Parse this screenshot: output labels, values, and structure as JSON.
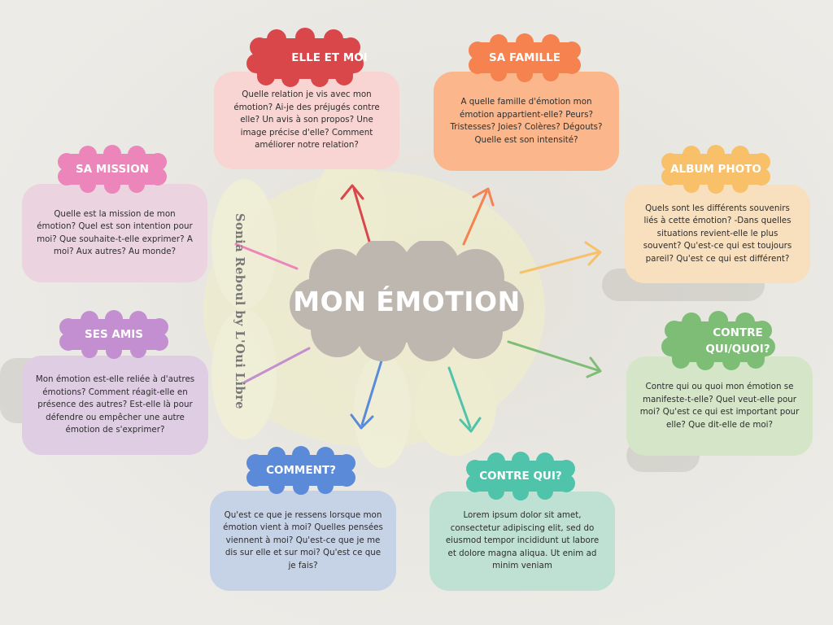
{
  "center": {
    "label": "MON ÉMOTION"
  },
  "credit": "Sonia Reboul by L'Oui Libre",
  "nodes": [
    {
      "id": "elle-et-moi",
      "title": "ELLE ET MOI",
      "color": "#d9474b",
      "text": "Quelle relation je vis avec mon émotion? Ai-je des préjugés contre elle? Un avis à son propos? Une image précise d'elle? Comment améliorer notre relation?"
    },
    {
      "id": "sa-famille",
      "title": "SA FAMILLE",
      "color": "#f5824f",
      "text": "A quelle famille d'émotion mon émotion appartient-elle? Peurs? Tristesses? Joies? Colères? Dégouts? Quelle est son intensité?"
    },
    {
      "id": "album-photo",
      "title": "ALBUM PHOTO",
      "color": "#f8c169",
      "text": "Quels sont les différents souvenirs liés à cette émotion? -Dans quelles situations revient-elle le plus souvent? Qu'est-ce qui est toujours pareil? Qu'est ce qui est différent?"
    },
    {
      "id": "contre-qui-quoi",
      "title": "CONTRE QUI/QUOI?",
      "color": "#7dbd76",
      "text": "Contre qui ou quoi mon émotion se manifeste-t-elle? Quel veut-elle pour moi? Qu'est ce qui est important pour elle? Que dit-elle de moi?"
    },
    {
      "id": "contre-qui",
      "title": "CONTRE QUI?",
      "color": "#4fc4aa",
      "text": "Lorem ipsum dolor sit amet, consectetur adipiscing elit, sed do eiusmod tempor incididunt ut labore et dolore magna aliqua. Ut enim ad minim veniam"
    },
    {
      "id": "comment",
      "title": "COMMENT?",
      "color": "#5b8ad8",
      "text": "Qu'est ce que je ressens lorsque mon émotion vient à moi? Quelles pensées viennent à moi? Qu'est-ce que je me dis sur elle et sur moi? Qu'est ce que je fais?"
    },
    {
      "id": "ses-amis",
      "title": "SES AMIS",
      "color": "#c38fd0",
      "text": "Mon émotion est-elle reliée à d'autres émotions? Comment réagit-elle en présence des autres? Est-elle là pour défendre ou empêcher une autre émotion de s'exprimer?"
    },
    {
      "id": "sa-mission",
      "title": "SA MISSION",
      "color": "#ec85b9",
      "text": "Quelle est la mission de mon émotion? Quel est son intention pour moi? Que souhaite-t-elle exprimer? A moi? Aux autres? Au monde?"
    }
  ]
}
